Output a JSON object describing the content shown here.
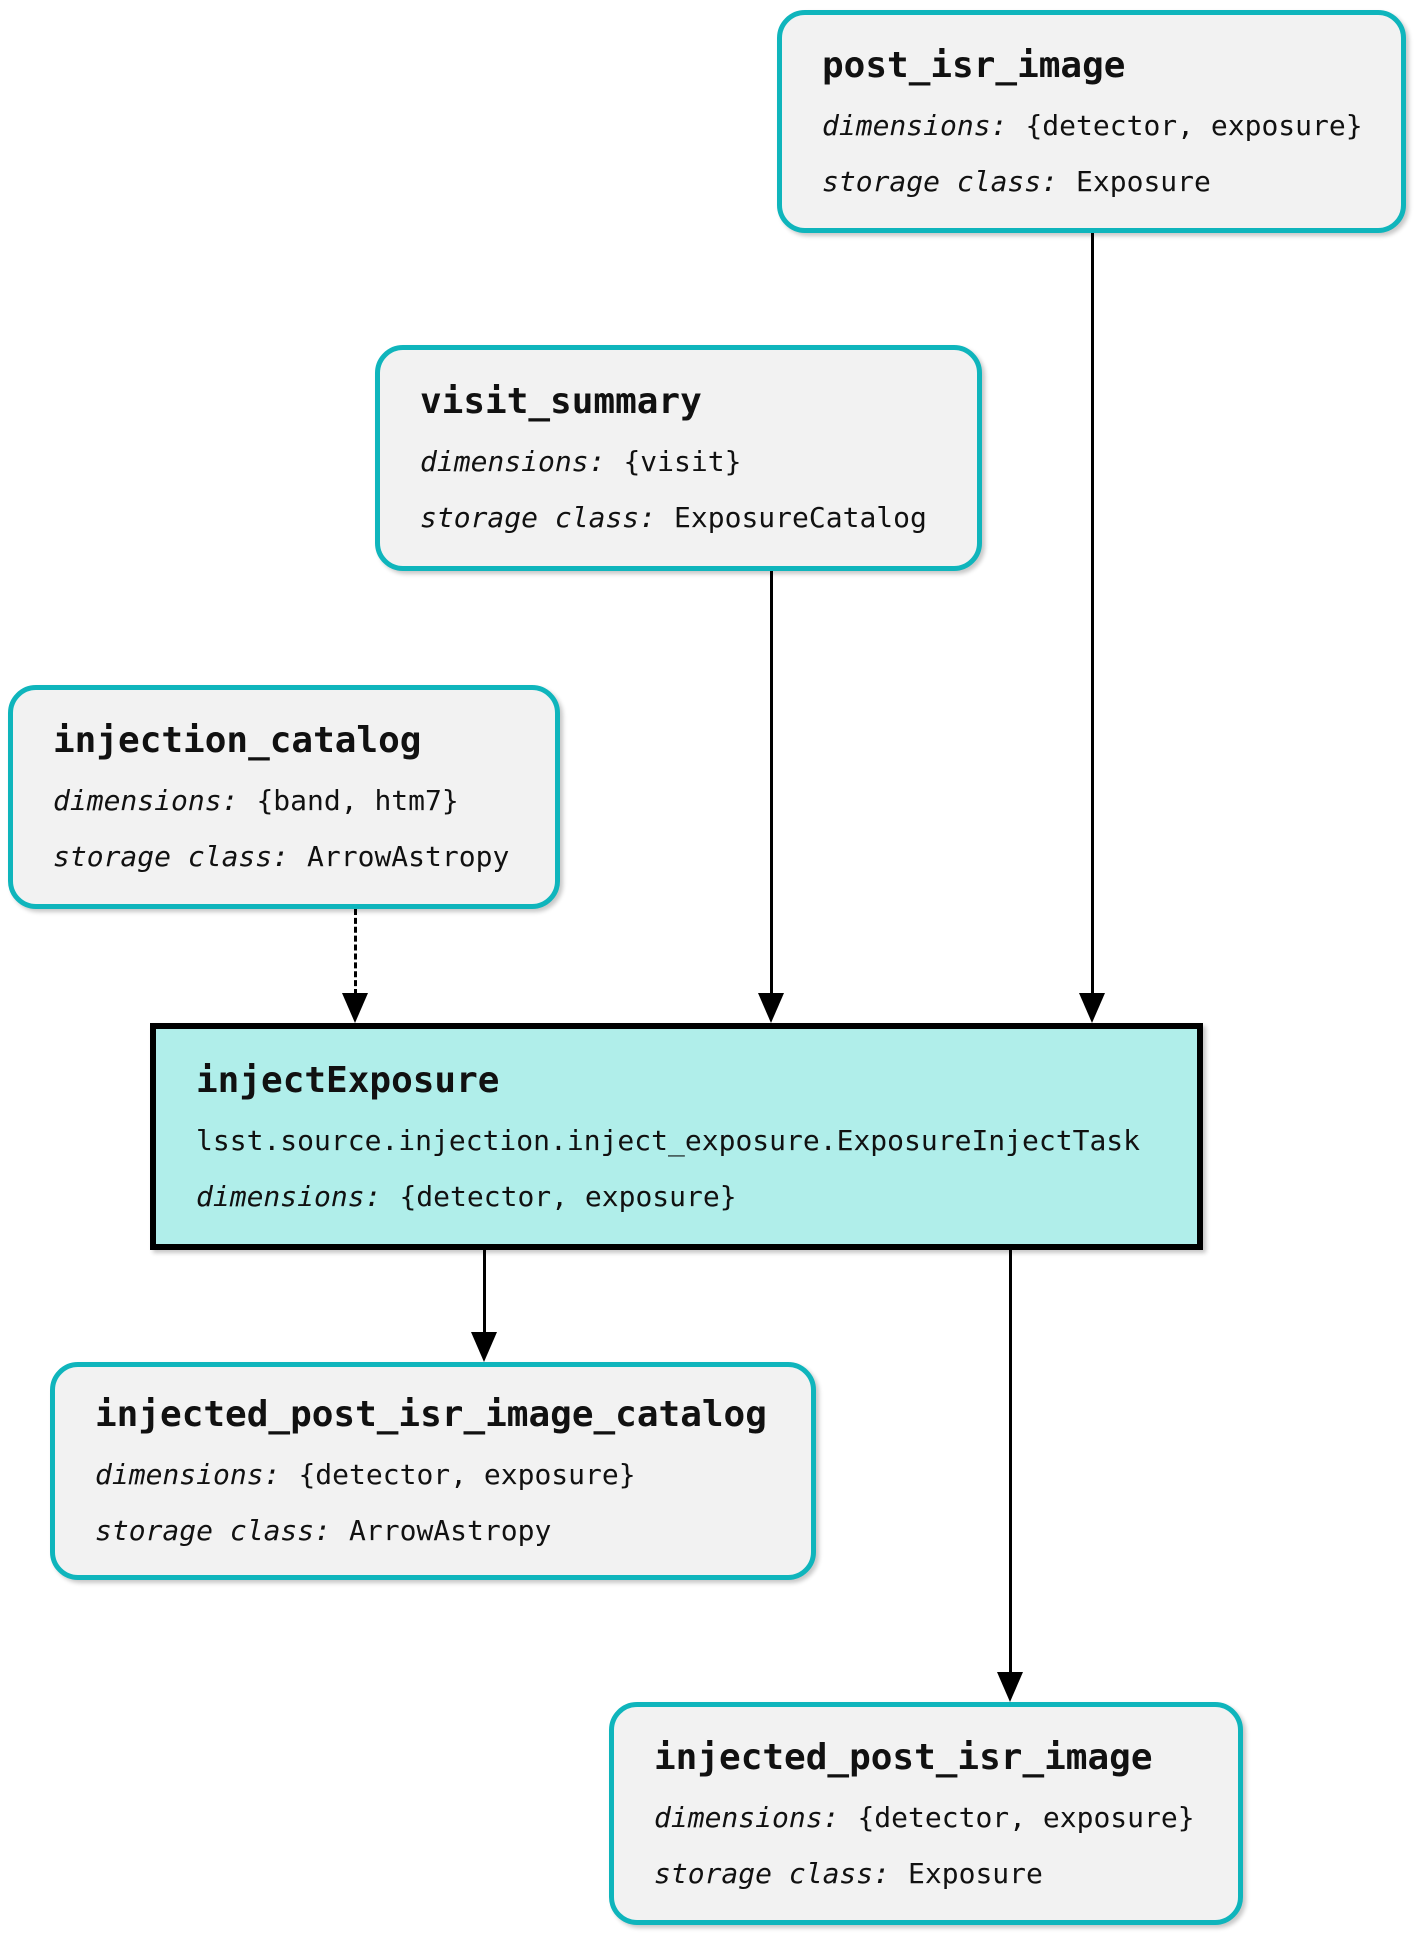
{
  "diagram_type": "pipeline-graph",
  "colors": {
    "dataset_border": "#0fb5bc",
    "dataset_fill": "#f2f2f2",
    "task_fill": "#b0eeea",
    "task_border": "#000000",
    "edge": "#000000"
  },
  "nodes": {
    "post_isr_image": {
      "title": "post_isr_image",
      "dimensions_label": "dimensions:",
      "dimensions": "{detector, exposure}",
      "storage_label": "storage class:",
      "storage_class": "Exposure"
    },
    "visit_summary": {
      "title": "visit_summary",
      "dimensions_label": "dimensions:",
      "dimensions": "{visit}",
      "storage_label": "storage class:",
      "storage_class": "ExposureCatalog"
    },
    "injection_catalog": {
      "title": "injection_catalog",
      "dimensions_label": "dimensions:",
      "dimensions": "{band, htm7}",
      "storage_label": "storage class:",
      "storage_class": "ArrowAstropy"
    },
    "injectExposure": {
      "title": "injectExposure",
      "task_class": "lsst.source.injection.inject_exposure.ExposureInjectTask",
      "dimensions_label": "dimensions:",
      "dimensions": "{detector, exposure}"
    },
    "injected_post_isr_image_catalog": {
      "title": "injected_post_isr_image_catalog",
      "dimensions_label": "dimensions:",
      "dimensions": "{detector, exposure}",
      "storage_label": "storage class:",
      "storage_class": "ArrowAstropy"
    },
    "injected_post_isr_image": {
      "title": "injected_post_isr_image",
      "dimensions_label": "dimensions:",
      "dimensions": "{detector, exposure}",
      "storage_label": "storage class:",
      "storage_class": "Exposure"
    }
  },
  "edges": [
    {
      "from": "post_isr_image",
      "to": "injectExposure",
      "style": "solid"
    },
    {
      "from": "visit_summary",
      "to": "injectExposure",
      "style": "solid"
    },
    {
      "from": "injection_catalog",
      "to": "injectExposure",
      "style": "dashed"
    },
    {
      "from": "injectExposure",
      "to": "injected_post_isr_image_catalog",
      "style": "solid"
    },
    {
      "from": "injectExposure",
      "to": "injected_post_isr_image",
      "style": "solid"
    }
  ]
}
